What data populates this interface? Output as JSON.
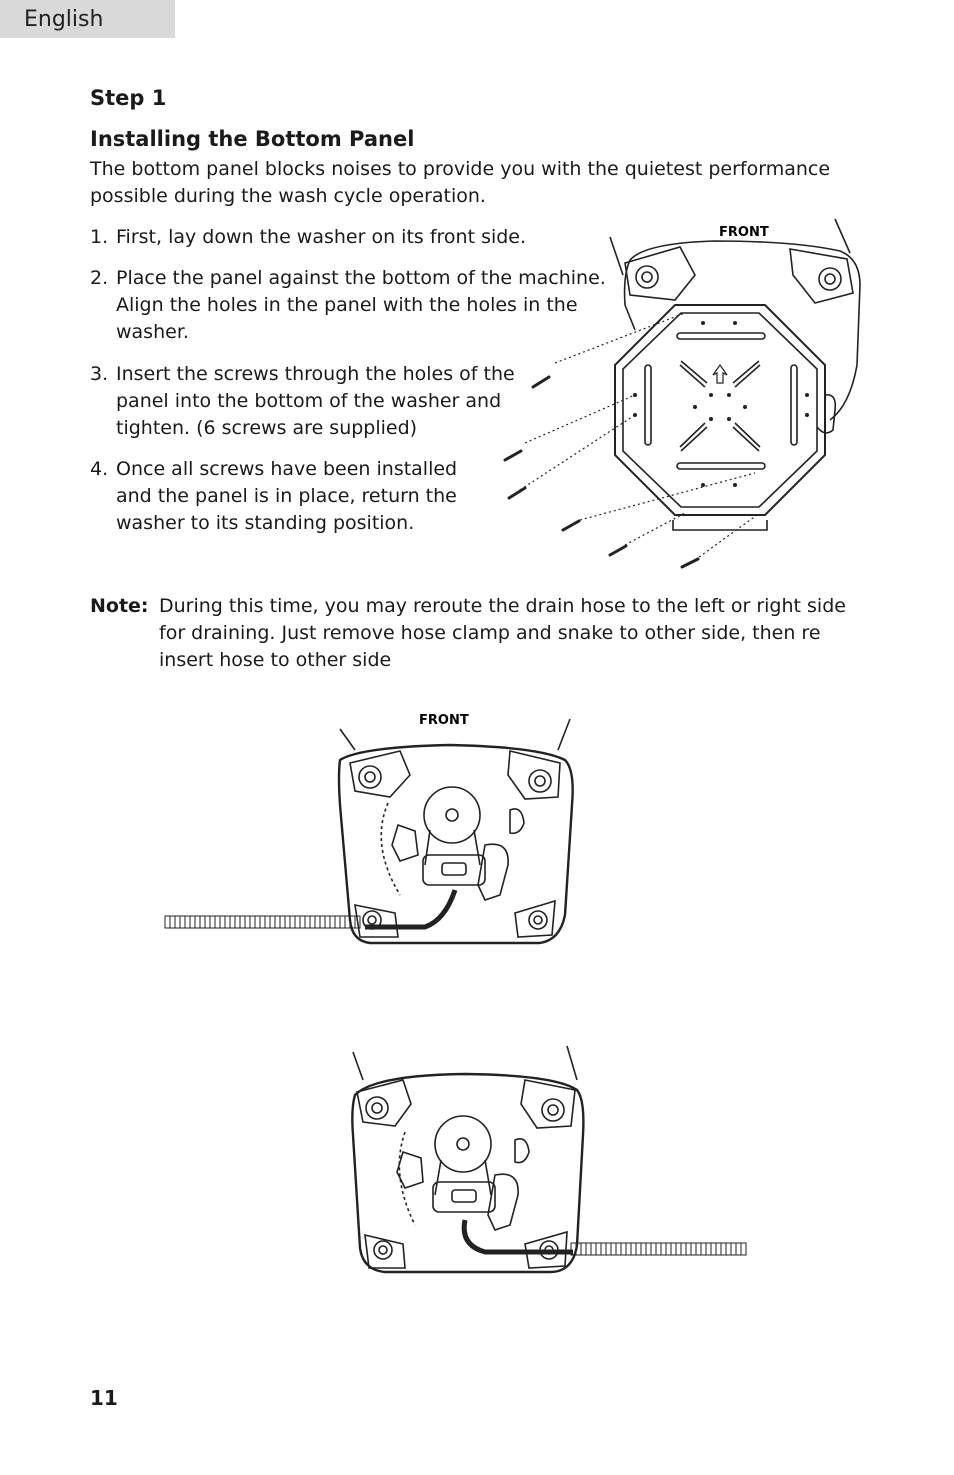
{
  "header": {
    "language": "English"
  },
  "step": {
    "title": "Step 1"
  },
  "section": {
    "title": "Installing the Bottom Panel",
    "intro": "The bottom panel blocks noises to provide you with the quietest performance possible during the wash cycle operation."
  },
  "steps": [
    {
      "num": "1.",
      "lines": [
        "First, lay down the washer on its front side."
      ]
    },
    {
      "num": "2.",
      "lines": [
        "Place the panel against the bottom of the machine.",
        "Align the holes in the panel with the holes in the",
        "washer."
      ]
    },
    {
      "num": "3.",
      "lines": [
        "Insert the screws through the holes of the",
        "panel into the bottom of the washer and",
        "tighten. (6 screws are supplied)"
      ]
    },
    {
      "num": "4.",
      "lines": [
        "Once all screws have been installed",
        "and the panel is in place, return the",
        "washer to its standing position."
      ]
    }
  ],
  "note": {
    "label": "Note:",
    "lines": [
      "During this time, you may reroute the drain hose to the left or right side",
      "for draining. Just remove hose clamp and snake to other side, then re",
      "insert hose to other side"
    ]
  },
  "figures": {
    "panel_front_label": "FRONT",
    "hose_front_label": "FRONT"
  },
  "footer": {
    "page_number": "11"
  }
}
